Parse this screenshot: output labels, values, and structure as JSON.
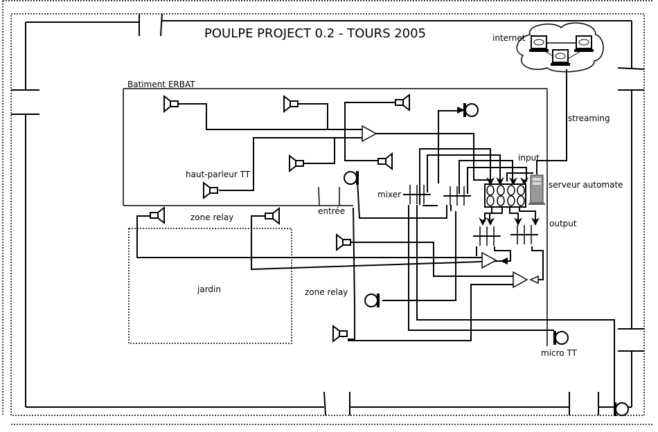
{
  "title": "POULPE PROJECT 0.2 - TOURS 2005",
  "labels": {
    "internet": "internet",
    "building": "Batiment ERBAT",
    "streaming": "streaming",
    "input": "input",
    "speaker_tt": "haut-parleur TT",
    "server": "serveur automate",
    "mixer": "mixer",
    "entry": "entrée",
    "zone_relay_1": "zone relay",
    "zone_relay_2": "zone relay",
    "output": "output",
    "garden": "jardin",
    "micro_tt": "micro TT"
  }
}
